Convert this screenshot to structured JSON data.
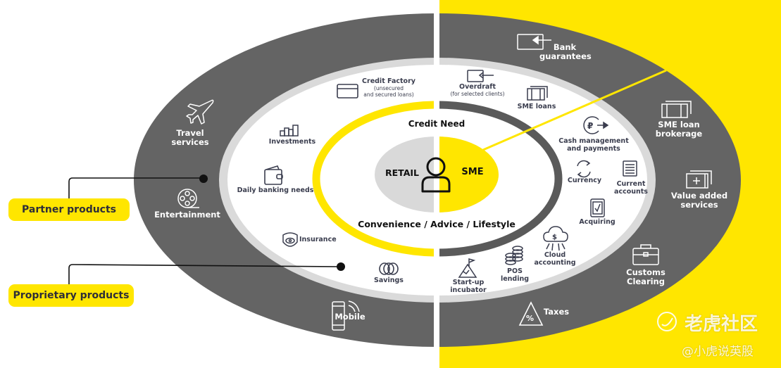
{
  "colors": {
    "brand_yellow": "#ffe600",
    "dark_gray": "#646464",
    "light_gray": "#dadada",
    "center_gray": "#d9d9d9",
    "text_dark": "#3a3d4e",
    "white": "#ffffff"
  },
  "center": {
    "left_label": "RETAIL",
    "right_label": "SME",
    "top_caption": "Credit Need",
    "bottom_caption": "Convenience / Advice / Lifestyle"
  },
  "legend": {
    "partner": "Partner products",
    "proprietary": "Proprietary products"
  },
  "retail_outer_ring": [
    {
      "id": "travel",
      "line1": "Travel",
      "line2": "services",
      "icon": "airplane-icon"
    },
    {
      "id": "entertainment",
      "line1": "Entertainment",
      "icon": "film-reel-icon"
    },
    {
      "id": "mobile",
      "line1": "Mobile",
      "icon": "mobile-phone-icon"
    }
  ],
  "retail_inner_ring": [
    {
      "id": "credit-factory",
      "line1": "Credit Factory",
      "sub1": "(unsecured",
      "sub2": "and secured loans)",
      "icon": "credit-card-icon"
    },
    {
      "id": "investments",
      "line1": "Investments",
      "icon": "bar-chart-icon"
    },
    {
      "id": "daily-banking",
      "line1": "Daily banking needs",
      "icon": "wallet-icon"
    },
    {
      "id": "insurance",
      "line1": "Insurance",
      "icon": "shield-eye-icon"
    },
    {
      "id": "savings",
      "line1": "Savings",
      "icon": "coins-icon"
    }
  ],
  "sme_inner_ring": [
    {
      "id": "overdraft",
      "line1": "Overdraft",
      "sub1": "(for selected clients)",
      "icon": "card-arrow-icon"
    },
    {
      "id": "sme-loans",
      "line1": "SME loans",
      "icon": "stacked-cards-icon"
    },
    {
      "id": "cash-management",
      "line1": "Cash management",
      "line2": "and payments",
      "icon": "ruble-transfer-icon"
    },
    {
      "id": "currency",
      "line1": "Currency",
      "icon": "exchange-arrows-icon"
    },
    {
      "id": "current-accounts",
      "line1": "Current",
      "line2": "accounts",
      "icon": "document-icon"
    },
    {
      "id": "acquiring",
      "line1": "Acquiring",
      "icon": "pos-terminal-icon"
    },
    {
      "id": "cloud-accounting",
      "line1": "Cloud",
      "line2": "accounting",
      "icon": "cloud-dollar-icon"
    },
    {
      "id": "pos-lending",
      "line1": "POS",
      "line2": "lending",
      "icon": "coin-stack-icon"
    },
    {
      "id": "startup-incubator",
      "line1": "Start-up",
      "line2": "incubator",
      "icon": "mountain-flag-icon"
    }
  ],
  "sme_outer_ring": [
    {
      "id": "bank-guarantees",
      "line1": "Bank",
      "line2": "guarantees",
      "icon": "card-arrow-icon"
    },
    {
      "id": "sme-loan-brokerage",
      "line1": "SME loan",
      "line2": "brokerage",
      "icon": "stacked-cards-icon"
    },
    {
      "id": "value-added",
      "line1": "Value added",
      "line2": "services",
      "icon": "plus-cards-icon"
    },
    {
      "id": "customs-clearing",
      "line1": "Customs",
      "line2": "Clearing",
      "icon": "briefcase-icon"
    },
    {
      "id": "taxes",
      "line1": "Taxes",
      "icon": "percent-triangle-icon"
    }
  ],
  "watermark": {
    "brand": "老虎社区",
    "handle": "@小虎说英股"
  }
}
